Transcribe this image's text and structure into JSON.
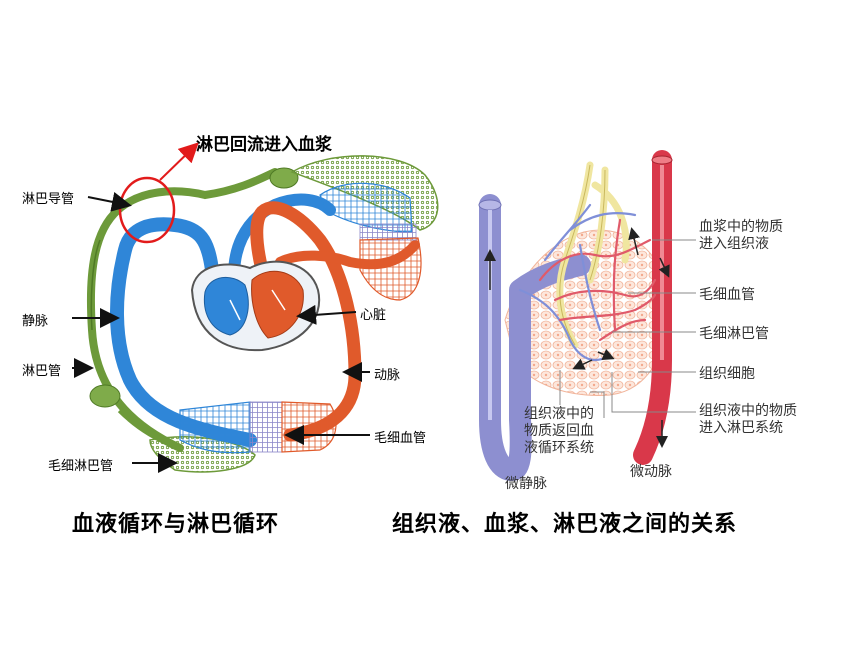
{
  "left_diagram": {
    "callout": "淋巴回流进入血浆",
    "labels": {
      "lymph_duct": "淋巴导管",
      "vein": "静脉",
      "lymph_vessel": "淋巴管",
      "lymph_capillary": "毛细淋巴管",
      "heart": "心脏",
      "artery": "动脉",
      "blood_capillary": "毛细血管"
    },
    "caption": "血液循环与淋巴循环"
  },
  "right_diagram": {
    "labels": {
      "plasma_to_tissue_line1": "血浆中的物质",
      "plasma_to_tissue_line2": "进入组织液",
      "blood_capillary": "毛细血管",
      "lymph_capillary": "毛细淋巴管",
      "tissue_cell": "组织细胞",
      "tissue_to_lymph_line1": "组织液中的物质",
      "tissue_to_lymph_line2": "进入淋巴系统",
      "tissue_to_blood_line1": "组织液中的",
      "tissue_to_blood_line2": "物质返回血",
      "tissue_to_blood_line3": "液循环系统",
      "venule": "微静脉",
      "arteriole": "微动脉"
    },
    "caption": "组织液、血浆、淋巴液之间的关系"
  },
  "colors": {
    "vein_blue": "#2f86d8",
    "artery_red": "#e05a2b",
    "lymph_green": "#6d9a3a",
    "callout_red": "#e21b1b",
    "venule_lavender": "#8d8fd0",
    "arteriole_red": "#d9384a",
    "lymph_yellow": "#f0e6a0"
  }
}
